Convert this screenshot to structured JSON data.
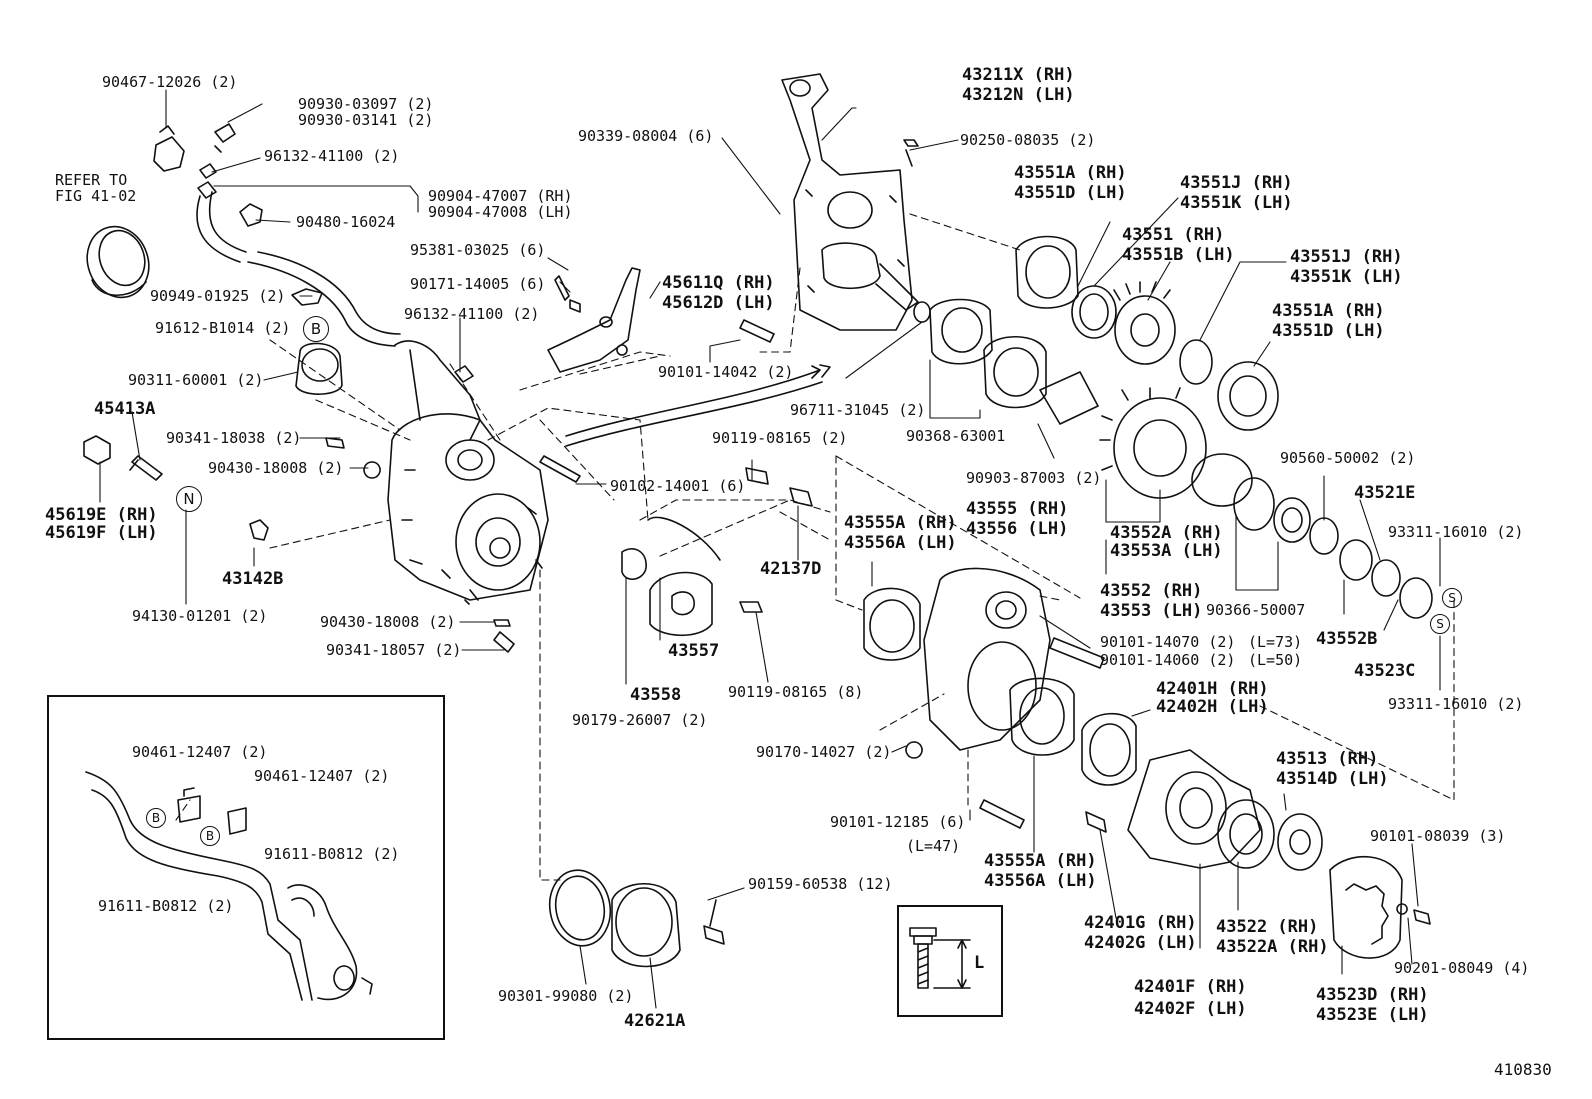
{
  "figure": {
    "number": "410830",
    "refer_note": [
      "REFER TO",
      "FIG 41-02"
    ],
    "length_symbol": "L"
  },
  "markers": {
    "b": "B",
    "n": "N",
    "s": "S"
  },
  "labels": [
    "90467-12026 (2)",
    "90930-03097 (2)",
    "90930-03141 (2)",
    "96132-41100 (2)",
    "90904-47007 (RH)",
    "90904-47008 (LH)",
    "90480-16024",
    "95381-03025 (6)",
    "90171-14005 (6)",
    "90949-01925 (2)",
    "91612-B1014 (2)",
    "96132-41100 (2)",
    "90311-60001 (2)",
    "45413A",
    "90341-18038 (2)",
    "90430-18008 (2)",
    "45619E (RH)",
    "45619F (LH)",
    "43142B",
    "94130-01201 (2)",
    "90430-18008 (2)",
    "90341-18057 (2)",
    "90339-08004 (6)",
    "45611Q (RH)",
    "45612D (LH)",
    "90101-14042 (2)",
    "90102-14001 (6)",
    "90119-08165 (2)",
    "42137D",
    "43557",
    "43558",
    "90179-26007 (2)",
    "90119-08165 (8)",
    "43211X (RH)",
    "43212N (LH)",
    "90250-08035 (2)",
    "43551A (RH)",
    "43551D (LH)",
    "43551J (RH)",
    "43551K (LH)",
    "43551 (RH)",
    "43551B (LH)",
    "43551J (RH)",
    "43551K (LH)",
    "43551A (RH)",
    "43551D (LH)",
    "96711-31045 (2)",
    "90368-63001",
    "90903-87003 (2)",
    "90560-50002 (2)",
    "43521E",
    "93311-16010 (2)",
    "43552A (RH)",
    "43553A (LH)",
    "43552 (RH)",
    "43553 (LH)",
    "90366-50007",
    "43552B",
    "43523C",
    "93311-16010 (2)",
    "43555 (RH)",
    "43556 (LH)",
    "43555A (RH)",
    "43556A (LH)",
    "90101-14070 (2)",
    "90101-14060 (2)",
    "(L=73)",
    "(L=50)",
    "42401H (RH)",
    "42402H (LH)",
    "90170-14027 (2)",
    "43513 (RH)",
    "43514D (LH)",
    "90101-12185 (6)",
    "(L=47)",
    "43555A (RH)",
    "43556A (LH)",
    "90101-08039 (3)",
    "42401G (RH)",
    "42402G (LH)",
    "43522 (RH)",
    "43522A (RH)",
    "90201-08049 (4)",
    "42401F (RH)",
    "42402F (LH)",
    "43523D (RH)",
    "43523E (LH)",
    "90159-60538 (12)",
    "90301-99080 (2)",
    "42621A",
    "90461-12407 (2)",
    "90461-12407 (2)",
    "91611-B0812 (2)",
    "91611-B0812 (2)"
  ]
}
